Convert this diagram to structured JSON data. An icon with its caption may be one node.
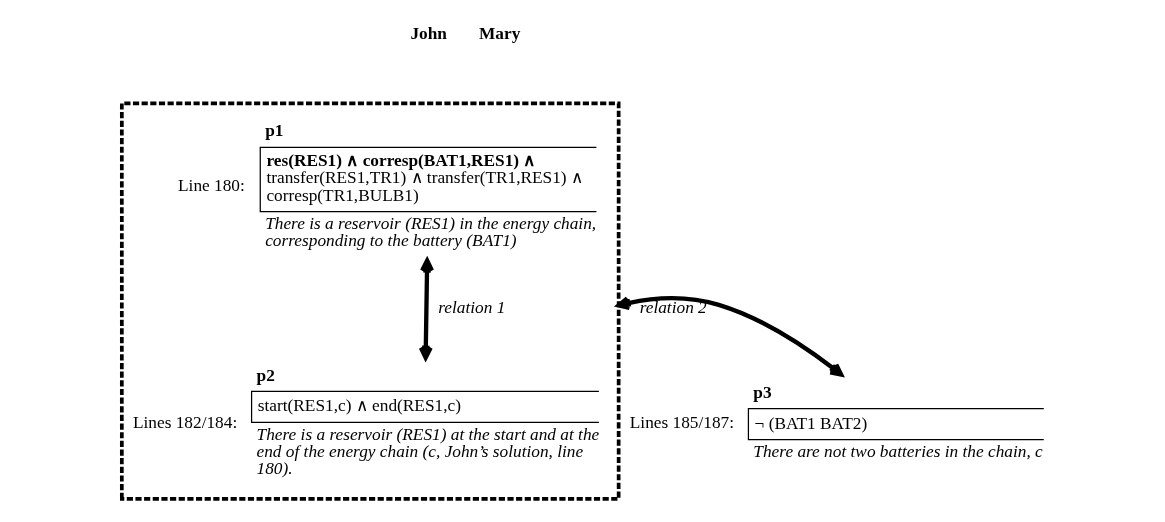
{
  "diagram": {
    "nodes": [
      {
        "text": [],
        "shape": "box"
      },
      {
        "text": [
          "p1",
          "**res(RES1) ∧ corresp(BAT1,RES1) ∧** transfer(RES1,TR1) ∧ transfer(TR1,RES1) ∧ corresp(TR1,BULB1)",
          "There is a reservoir (RES1) in the energy chain, corresponding to the battery (BAT1)"
        ],
        "beside": [
          "Line 180:"
        ],
        "in": 0
      },
      {
        "text": [
          "p2",
          "start(RES1,c) ∧ end(RES1,c)",
          "There is a reservoir (RES1) at the start and at the end of the energy chain (c, John’s solution, line 180)."
        ],
        "beside": [
          "Lines 182/184:"
        ],
        "in": 0
      },
      {
        "text": [
          "p3",
          "¬ (BAT1 BAT2)",
          "There are not two batteries in the chain, c"
        ],
        "beside": [
          "Lines 185/187:"
        ]
      }
    ],
    "edges": [
      {
        "from": 1,
        "to": 2,
        "arrow": "both",
        "label": "relation 1"
      },
      {
        "from": 0,
        "to": 3,
        "arrow": "both",
        "label": "relation 2"
      }
    ],
    "labels": [
      "John",
      "Mary"
    ]
  }
}
